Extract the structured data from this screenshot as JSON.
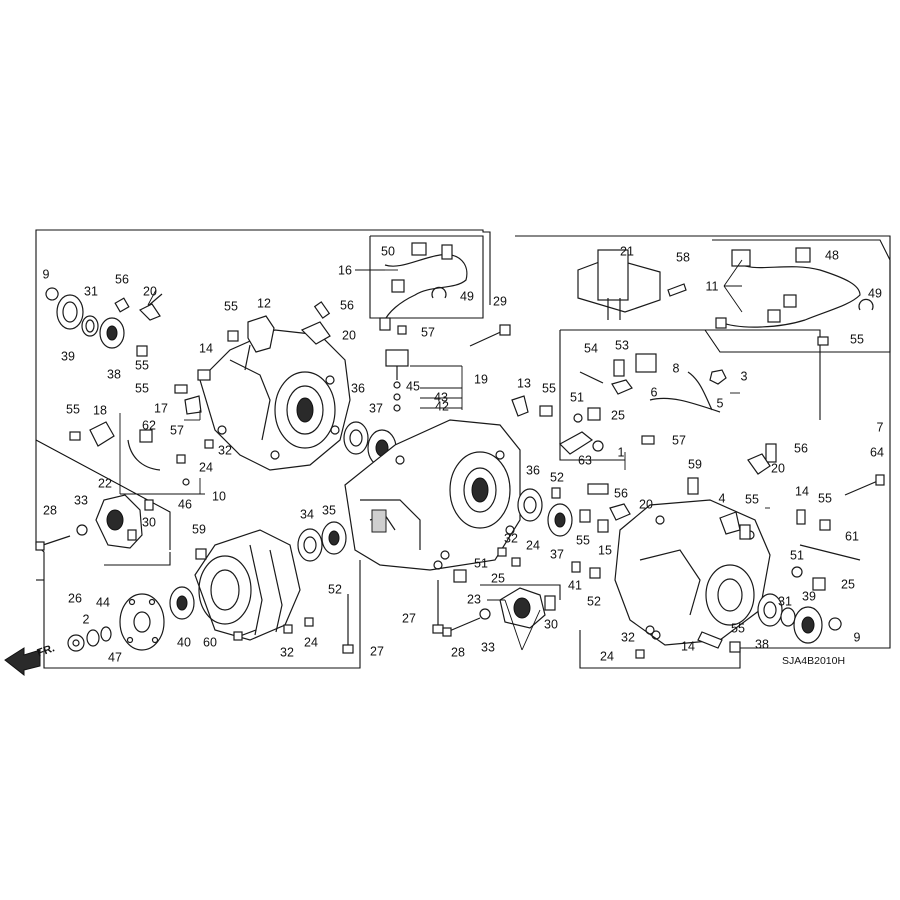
{
  "diagram": {
    "code": "SJA4B2010H",
    "front_marker": "FR.",
    "callouts": [
      "1",
      "2",
      "3",
      "4",
      "5",
      "6",
      "7",
      "8",
      "9",
      "10",
      "11",
      "12",
      "13",
      "14",
      "15",
      "16",
      "17",
      "18",
      "19",
      "20",
      "21",
      "22",
      "23",
      "24",
      "25",
      "26",
      "27",
      "28",
      "29",
      "30",
      "31",
      "32",
      "33",
      "34",
      "35",
      "36",
      "37",
      "38",
      "39",
      "40",
      "41",
      "42",
      "43",
      "44",
      "45",
      "46",
      "47",
      "48",
      "49",
      "50",
      "51",
      "52",
      "53",
      "54",
      "55",
      "56",
      "57",
      "58",
      "59",
      "60",
      "61",
      "62",
      "63",
      "64"
    ]
  }
}
